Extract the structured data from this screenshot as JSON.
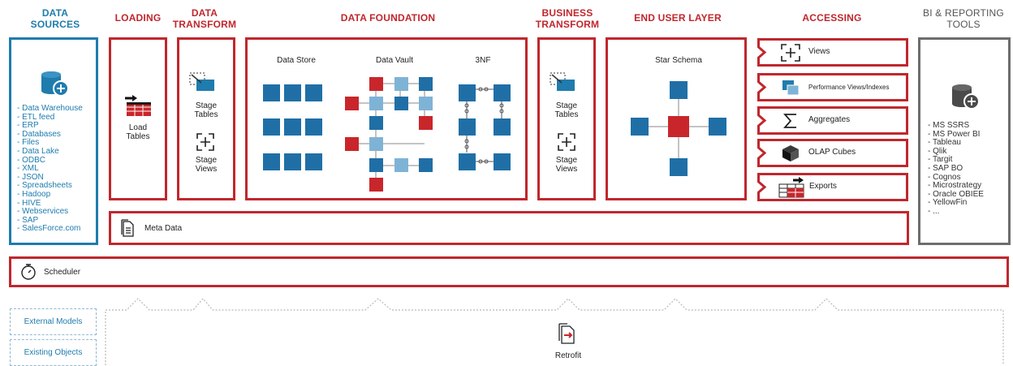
{
  "headers": {
    "data_sources": [
      "DATA",
      "SOURCES"
    ],
    "loading": "LOADING",
    "data_transform": [
      "DATA",
      "TRANSFORM"
    ],
    "data_foundation": "DATA FOUNDATION",
    "business_transform": [
      "BUSINESS",
      "TRANSFORM"
    ],
    "end_user_layer": "END USER LAYER",
    "accessing": "ACCESSING",
    "bi_reporting": [
      "BI & REPORTING",
      "TOOLS"
    ]
  },
  "data_sources": {
    "items": [
      "Data Warehouse",
      "ETL feed",
      "ERP",
      "Databases",
      "Files",
      "Data Lake",
      "ODBC",
      "XML",
      "JSON",
      "Spreadsheets",
      "Hadoop",
      "HIVE",
      "Webservices",
      "SAP",
      "SalesForce.com"
    ]
  },
  "loading": {
    "label": [
      "Load",
      "Tables"
    ]
  },
  "data_transform": {
    "stage_tables": [
      "Stage",
      "Tables"
    ],
    "stage_views": [
      "Stage",
      "Views"
    ]
  },
  "data_foundation": {
    "data_store": "Data Store",
    "data_vault": "Data Vault",
    "third_nf": "3NF"
  },
  "business_transform": {
    "stage_tables": [
      "Stage",
      "Tables"
    ],
    "stage_views": [
      "Stage",
      "Views"
    ]
  },
  "end_user_layer": {
    "star_schema": "Star Schema"
  },
  "accessing": {
    "items": [
      "Views",
      "Performance Views/Indexes",
      "Aggregates",
      "OLAP Cubes",
      "Exports"
    ],
    "icons": [
      "views-icon",
      "performance-views-icon",
      "sigma-icon",
      "cube-icon",
      "exports-icon"
    ]
  },
  "bi_tools": {
    "items": [
      "MS SSRS",
      "MS Power BI",
      "Tableau",
      "Qlik",
      "Targit",
      "SAP BO",
      "Cognos",
      "Microstrategy",
      "Oracle OBIEE",
      "YellowFin",
      "..."
    ]
  },
  "meta_data": "Meta Data",
  "scheduler": "Scheduler",
  "external_models": "External Models",
  "existing_objects": "Existing Objects",
  "retrofit": "Retrofit",
  "colors": {
    "red": "#c0272d",
    "blue": "#1f7cad",
    "dark_square": "#1f6fa6",
    "light_square": "#7fb3d6",
    "gray": "#6d6d6d"
  }
}
